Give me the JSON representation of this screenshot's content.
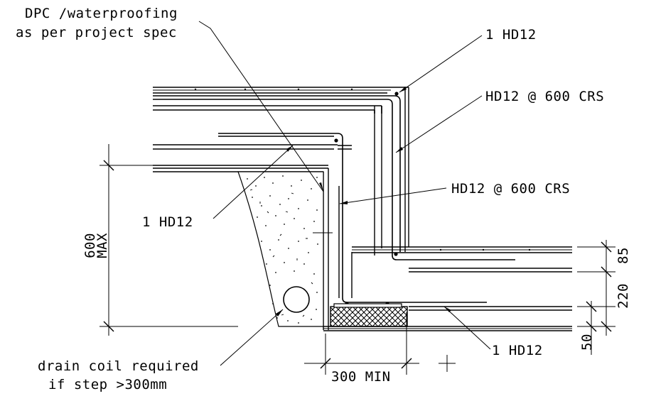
{
  "labels": {
    "dpc_line1": "DPC /waterproofing",
    "dpc_line2": "as per project spec",
    "top_bar": "1 HD12",
    "upper_stem": "HD12 @ 600 CRS",
    "lower_stem": "HD12 @ 600 CRS",
    "left_bar": "1 HD12",
    "bottom_bar": "1 HD12",
    "drain_line1": "drain coil required",
    "drain_line2": "if step >300mm"
  },
  "dimensions": {
    "height_value": "600",
    "height_note": "MAX",
    "width": "300 MIN",
    "slab_upper": "85",
    "slab_mid": "220",
    "slab_lower": "50"
  }
}
